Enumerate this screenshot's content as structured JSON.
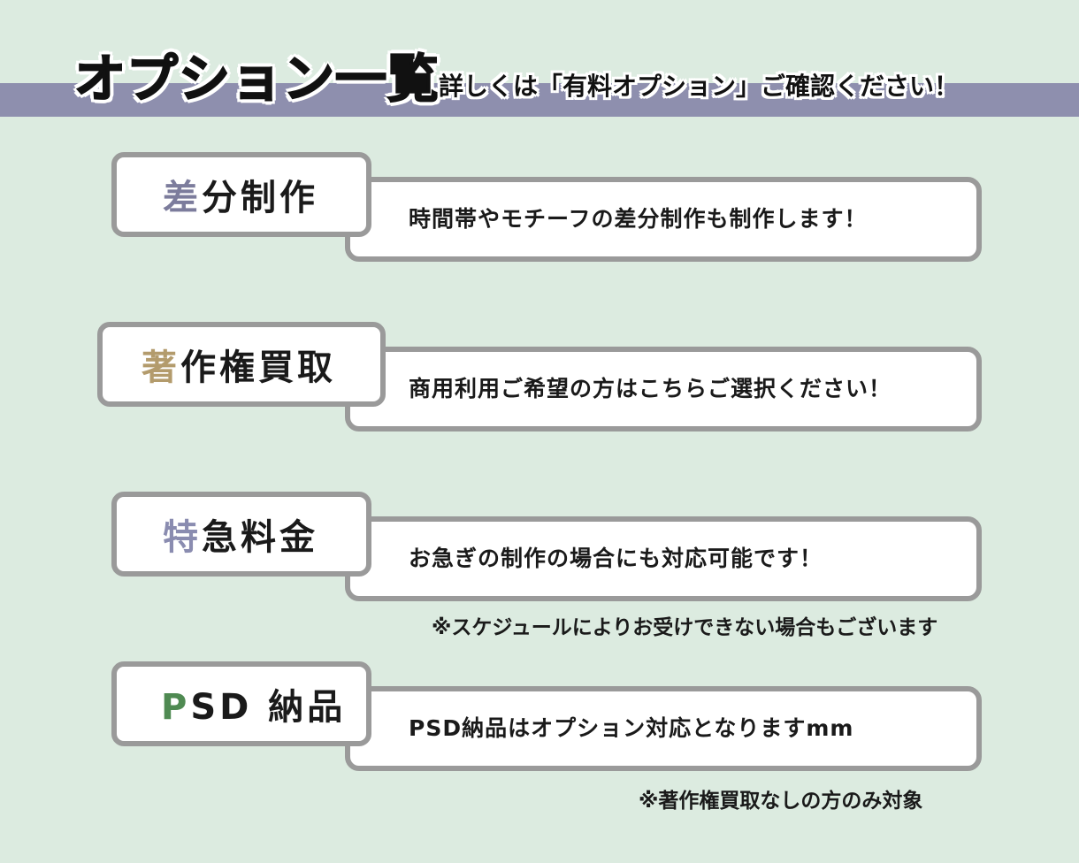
{
  "header": {
    "title": "オプション一覧",
    "subtitle": "詳しくは「有料オプション」ご確認ください！"
  },
  "options": [
    {
      "label_first": "差",
      "label_rest": "分制作",
      "accent_color": "#7c7c9c",
      "description": "時間帯やモチーフの差分制作も制作します！"
    },
    {
      "label_first": "著",
      "label_rest": "作権買取",
      "accent_color": "#b39b6c",
      "description": "商用利用ご希望の方はこちらご選択ください！"
    },
    {
      "label_first": "特",
      "label_rest": "急料金",
      "accent_color": "#8a8cb0",
      "description": "お急ぎの制作の場合にも対応可能です！",
      "note": "※スケジュールによりお受けできない場合もございます"
    },
    {
      "label_first": "P",
      "label_rest": "SD 納品",
      "accent_color": "#4f8a52",
      "description": "PSD納品はオプション対応となりますmm",
      "note": "※著作権買取なしの方のみ対象"
    }
  ],
  "colors": {
    "background": "#dcebe0",
    "band": "#8e8fae",
    "border": "#9a9a9a"
  }
}
